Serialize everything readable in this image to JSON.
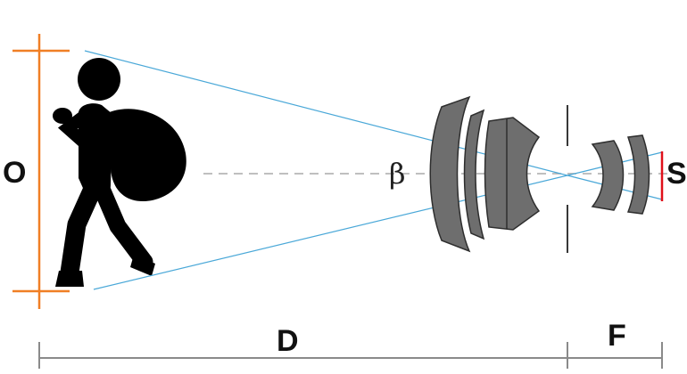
{
  "labels": {
    "object": "O",
    "sensor": "S",
    "distance": "D",
    "focal": "F",
    "angle": "β"
  },
  "colors": {
    "object_bar": "#F07F25",
    "sensor_bar": "#E0101A",
    "rays": "#4AA8D8",
    "lens": "#6E6E6E",
    "silhouette": "#000000",
    "dimension_line": "#8A8A8A",
    "axis": "#AAAAAA"
  },
  "icons": {
    "person": "person-with-sack-icon"
  }
}
